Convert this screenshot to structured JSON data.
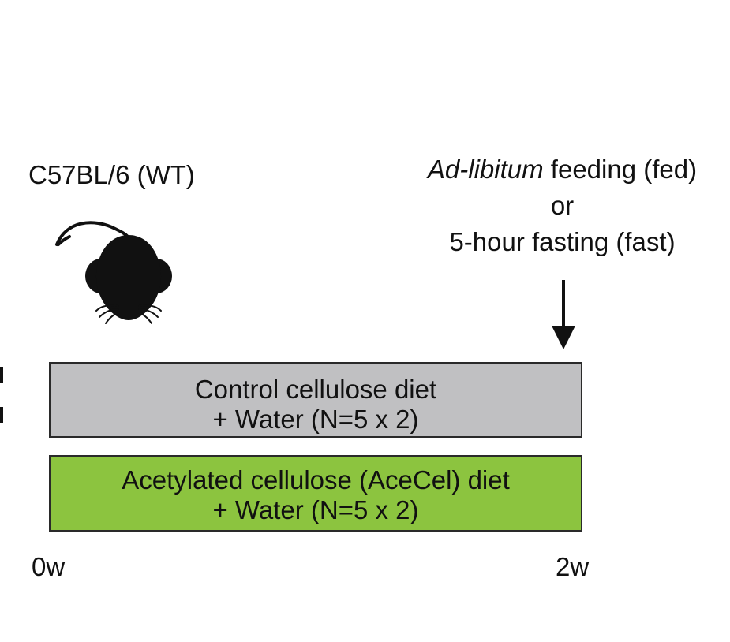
{
  "strain_label": "C57BL/6 (WT)",
  "feeding": {
    "italic_part": "Ad-libitum",
    "rest_line1": " feeding (fed)",
    "line2": "or",
    "line3": "5-hour fasting (fast)"
  },
  "groups": [
    {
      "line1": "Control cellulose diet",
      "line2": "+ Water (N=5 x 2)",
      "color": "#c0c0c2"
    },
    {
      "line1": "Acetylated cellulose (AceCel) diet",
      "line2": "+ Water (N=5 x 2)",
      "color": "#8cc43f"
    }
  ],
  "timeline": {
    "start": "0w",
    "end": "2w"
  },
  "icons": {
    "mouse": "mouse-icon",
    "arrow": "down-arrow-icon"
  }
}
